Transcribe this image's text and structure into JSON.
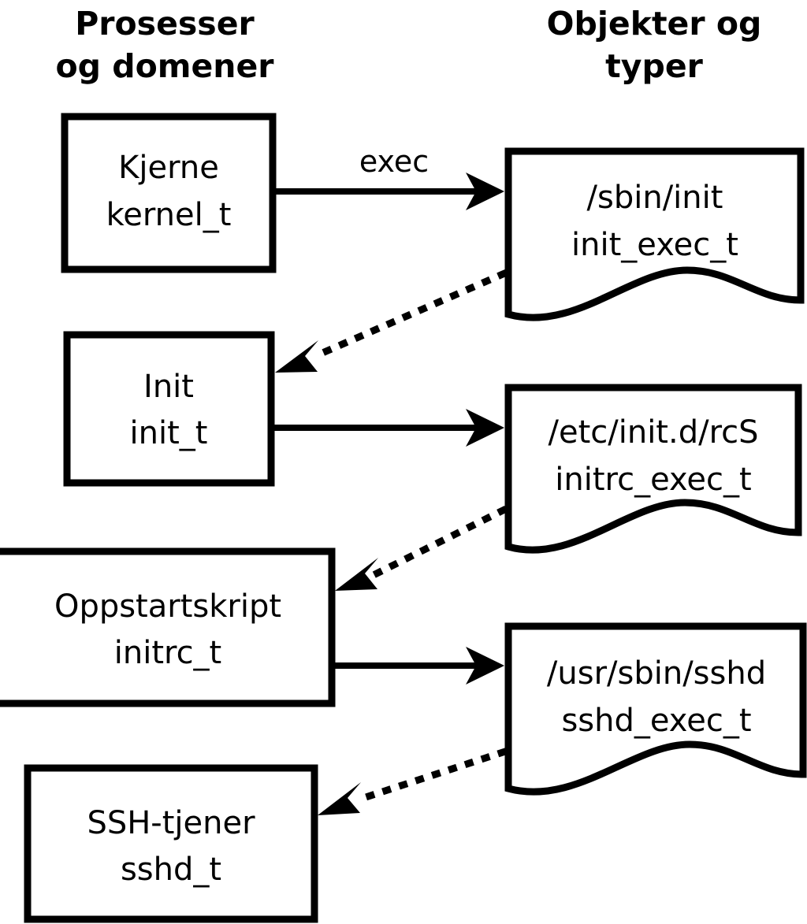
{
  "diagram": {
    "title_left": "Prosesser og domener",
    "title_right": "Objekter og typer",
    "headers": {
      "left_line1": "Prosesser",
      "left_line2": "og domener",
      "right_line1": "Objekter og",
      "right_line2": "typer"
    },
    "processes": [
      {
        "id": "kernel",
        "name": "Kjerne",
        "type": "kernel_t"
      },
      {
        "id": "init",
        "name": "Init",
        "type": "init_t"
      },
      {
        "id": "initrc",
        "name": "Oppstartskript",
        "type": "initrc_t"
      },
      {
        "id": "sshd",
        "name": "SSH-tjener",
        "type": "sshd_t"
      }
    ],
    "objects": [
      {
        "id": "init_exec",
        "path": "/sbin/init",
        "type": "init_exec_t"
      },
      {
        "id": "initrc_exec",
        "path": "/etc/init.d/rcS",
        "type": "initrc_exec_t"
      },
      {
        "id": "sshd_exec",
        "path": "/usr/sbin/sshd",
        "type": "sshd_exec_t"
      }
    ],
    "edges": [
      {
        "id": "exec1",
        "from": "kernel",
        "to": "init_exec",
        "label": "exec",
        "style": "solid"
      },
      {
        "id": "trans1",
        "from": "init_exec",
        "to": "init",
        "label": "",
        "style": "dotted"
      },
      {
        "id": "exec2",
        "from": "init",
        "to": "initrc_exec",
        "label": "",
        "style": "solid"
      },
      {
        "id": "trans2",
        "from": "initrc_exec",
        "to": "initrc",
        "label": "",
        "style": "dotted"
      },
      {
        "id": "exec3",
        "from": "initrc",
        "to": "sshd_exec",
        "label": "",
        "style": "solid"
      },
      {
        "id": "trans3",
        "from": "sshd_exec",
        "to": "sshd",
        "label": "",
        "style": "dotted"
      }
    ],
    "colors": {
      "background": "#ffffff",
      "stroke": "#000000",
      "text": "#000000"
    }
  }
}
